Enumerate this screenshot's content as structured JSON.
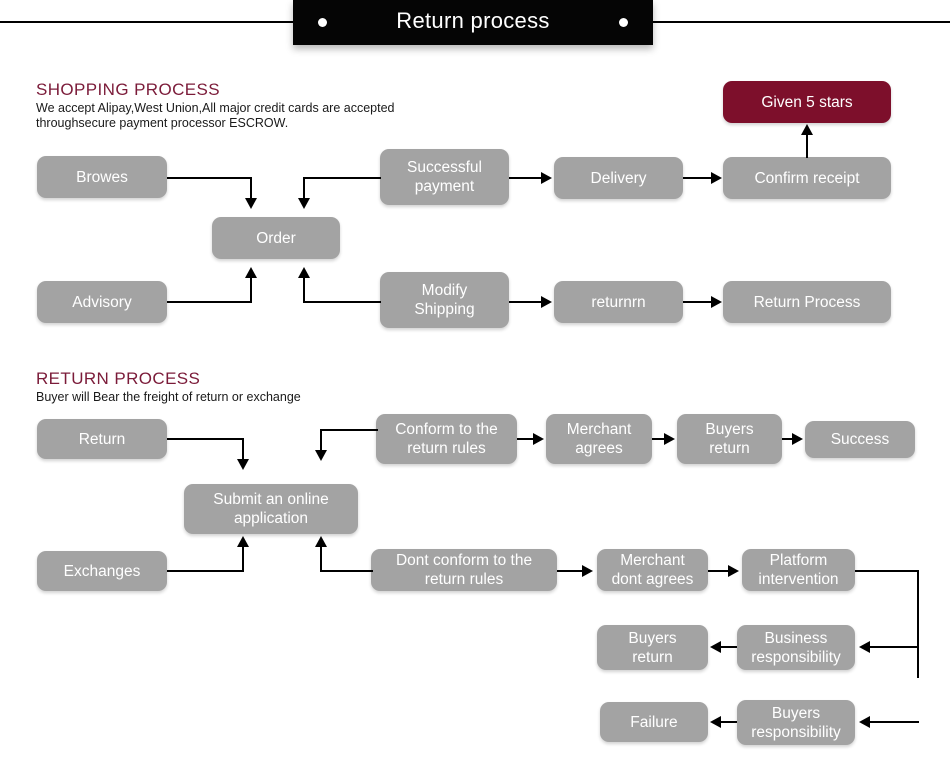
{
  "banner": {
    "title": "Return process",
    "dot_left": "bullet-dot",
    "dot_right": "bullet-dot"
  },
  "shopping_section": {
    "heading": "SHOPPING PROCESS",
    "subtext": "We accept Alipay,West Union,All major credit cards are accepted\nthroughsecure payment processor ESCROW.",
    "accent_color": "#7b1b39",
    "boxes": {
      "browes": "Browes",
      "order": "Order",
      "advisory": "Advisory",
      "successful_payment": "Successful\npayment",
      "delivery": "Delivery",
      "confirm_receipt": "Confirm receipt",
      "given_5_stars": "Given 5 stars",
      "modify_shipping": "Modify\nShipping",
      "returnrn": "returnrn",
      "return_process": "Return Process"
    }
  },
  "return_section": {
    "heading": "RETURN PROCESS",
    "subtext": "Buyer will Bear the freight of return or exchange",
    "boxes": {
      "return": "Return",
      "submit_application": "Submit an online\napplication",
      "exchanges": "Exchanges",
      "conform_rules": "Conform to the\nreturn rules",
      "merchant_agrees": "Merchant\nagrees",
      "buyers_return_top": "Buyers\nreturn",
      "success": "Success",
      "dont_conform_rules": "Dont conform to the\nreturn rules",
      "merchant_dont_agrees": "Merchant\ndont agrees",
      "platform_intervention": "Platform\nintervention",
      "business_responsibility": "Business\nresponsibility",
      "buyers_return_mid": "Buyers\nreturn",
      "buyers_responsibility": "Buyers\nresponsibility",
      "failure": "Failure"
    }
  },
  "theme": {
    "box_fill": "#a3a3a3",
    "box_text": "#ffffff",
    "accent_fill": "#7d0f2b",
    "line_color": "#000000",
    "background": "#ffffff"
  }
}
